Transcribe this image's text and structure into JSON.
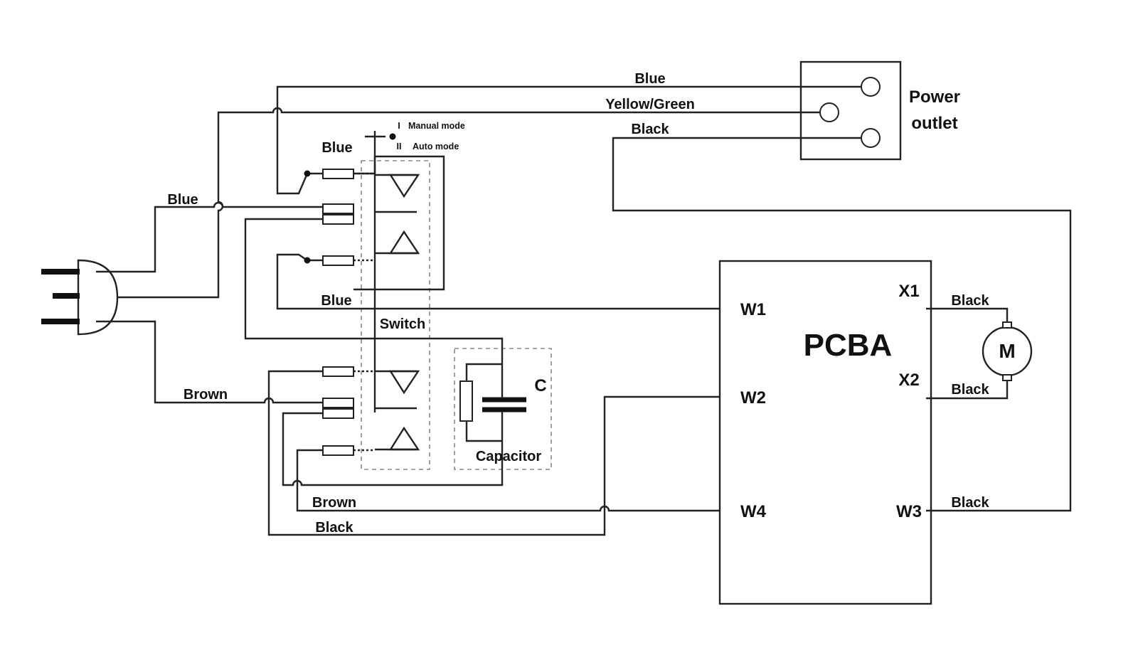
{
  "wires": {
    "outlet_blue": "Blue",
    "outlet_yg": "Yellow/Green",
    "outlet_black": "Black",
    "switch_top_blue": "Blue",
    "plug_blue": "Blue",
    "w1_blue": "Blue",
    "plug_brown": "Brown",
    "w4_brown": "Brown",
    "bottom_black": "Black",
    "x1_black": "Black",
    "x2_black": "Black",
    "w3_black": "Black"
  },
  "power_outlet": {
    "line1": "Power",
    "line2": "outlet"
  },
  "switch": {
    "label": "Switch",
    "mode1_symbol": "I",
    "mode1_label": "Manual mode",
    "mode2_symbol": "II",
    "mode2_label": "Auto mode"
  },
  "capacitor": {
    "label": "Capacitor",
    "symbol": "C"
  },
  "pcba": {
    "label": "PCBA",
    "pins": {
      "w1": "W1",
      "w2": "W2",
      "w3": "W3",
      "w4": "W4",
      "x1": "X1",
      "x2": "X2"
    }
  },
  "motor": {
    "label": "M"
  }
}
